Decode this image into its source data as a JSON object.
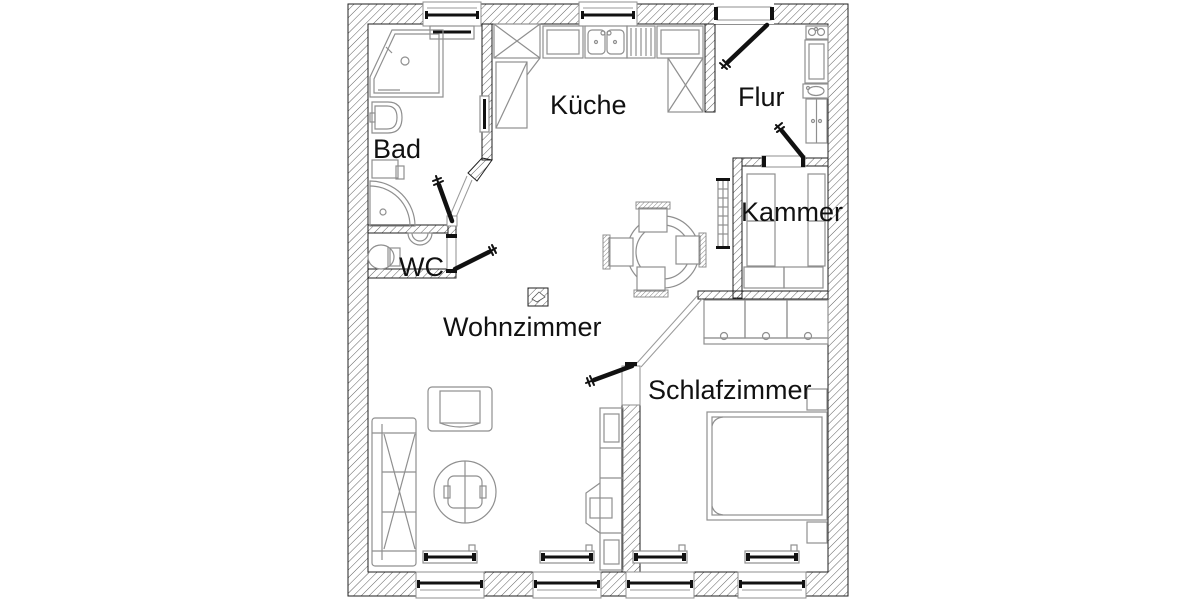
{
  "meta": {
    "drawing_type": "apartment floor plan",
    "language": "de"
  },
  "rooms": [
    {
      "id": "bad",
      "name": "Bad"
    },
    {
      "id": "wc",
      "name": "WC"
    },
    {
      "id": "kueche",
      "name": "Küche"
    },
    {
      "id": "flur",
      "name": "Flur"
    },
    {
      "id": "kammer",
      "name": "Kammer"
    },
    {
      "id": "wohnzimmer",
      "name": "Wohnzimmer"
    },
    {
      "id": "schlafzimmer",
      "name": "Schlafzimmer"
    }
  ],
  "fixtures": [
    "corner-bathtub-icon",
    "washbasin-icon",
    "bathroom-cabinet-icon",
    "corner-shower-icon",
    "toilet-icon",
    "small-washbasin-icon",
    "kitchen-corner-cabinet-icon",
    "tall-cabinet-icon",
    "fridge-icon",
    "double-sink-icon",
    "drainboard-icon",
    "kitchen-cabinet-icon",
    "laundry-sink-icon",
    "washing-machine-icon",
    "hall-cabinet-icon",
    "storage-shelf-icon",
    "radiator-icon",
    "chimney-icon",
    "dining-table-icon",
    "dining-chair-icon",
    "sofa-icon",
    "armchair-icon",
    "coffee-table-icon",
    "wall-unit-icon",
    "wardrobe-icon",
    "double-bed-icon",
    "nightstand-icon",
    "entrance-door-icon",
    "interior-door-icon",
    "window-icon"
  ],
  "colors": {
    "background": "#ffffff",
    "wall_line": "#1f1f1f",
    "hatch_line": "#4d4d4d",
    "furniture_line": "#8f8f8f",
    "door_line": "#111111",
    "label_text": "#111111"
  }
}
